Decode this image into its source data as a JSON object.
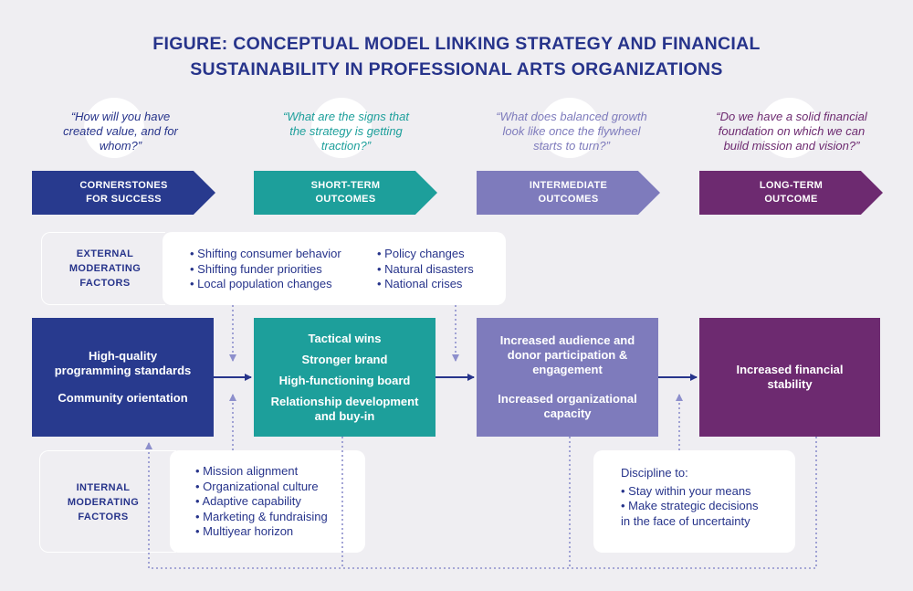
{
  "title": {
    "line1": "FIGURE: CONCEPTUAL MODEL LINKING STRATEGY AND FINANCIAL",
    "line2": "SUSTAINABILITY IN PROFESSIONAL ARTS ORGANIZATIONS"
  },
  "colors": {
    "navy": "#27348b",
    "teal": "#1d9f9b",
    "lavender": "#7e7bbc",
    "plum": "#6d2a70",
    "cornerstones_box": "#283a8e",
    "teal_question": "#1d9f9b",
    "lavender_question": "#7e7bbc",
    "plum_question": "#6d2a70"
  },
  "questions": [
    "“How will you have created value, and for whom?”",
    "“What are the signs that the strategy is getting traction?”",
    "“What does balanced growth look like once the flywheel starts to turn?”",
    "“Do we have a solid financial foundation on which we can build mission and vision?”"
  ],
  "stages": [
    {
      "line1": "CORNERSTONES",
      "line2": "FOR SUCCESS"
    },
    {
      "line1": "SHORT-TERM",
      "line2": "OUTCOMES"
    },
    {
      "line1": "INTERMEDIATE",
      "line2": "OUTCOMES"
    },
    {
      "line1": "LONG-TERM",
      "line2": "OUTCOME"
    }
  ],
  "external_factors": {
    "label": [
      "EXTERNAL",
      "MODERATING",
      "FACTORS"
    ],
    "col1": [
      "• Shifting consumer behavior",
      "• Shifting funder priorities",
      "• Local population changes"
    ],
    "col2": [
      "• Policy changes",
      "• Natural disasters",
      "• National crises"
    ]
  },
  "boxes": {
    "cornerstones": [
      "High-quality\nprogramming standards",
      "Community orientation"
    ],
    "short_term": [
      "Tactical wins",
      "Stronger brand",
      "High-functioning board",
      "Relationship development\nand buy-in"
    ],
    "intermediate": [
      "Increased audience and\ndonor participation &\nengagement",
      "Increased organizational\ncapacity"
    ],
    "long_term": [
      "Increased  financial\nstability"
    ]
  },
  "internal_factors": {
    "label": [
      "INTERNAL",
      "MODERATING",
      "FACTORS"
    ],
    "items": [
      "• Mission alignment",
      "• Organizational culture",
      "• Adaptive capability",
      "• Marketing & fundraising",
      "• Multiyear horizon"
    ],
    "discipline_title": "Discipline to:",
    "discipline_items": [
      "• Stay within your means",
      "• Make strategic decisions\n  in the face of uncertainty"
    ]
  }
}
